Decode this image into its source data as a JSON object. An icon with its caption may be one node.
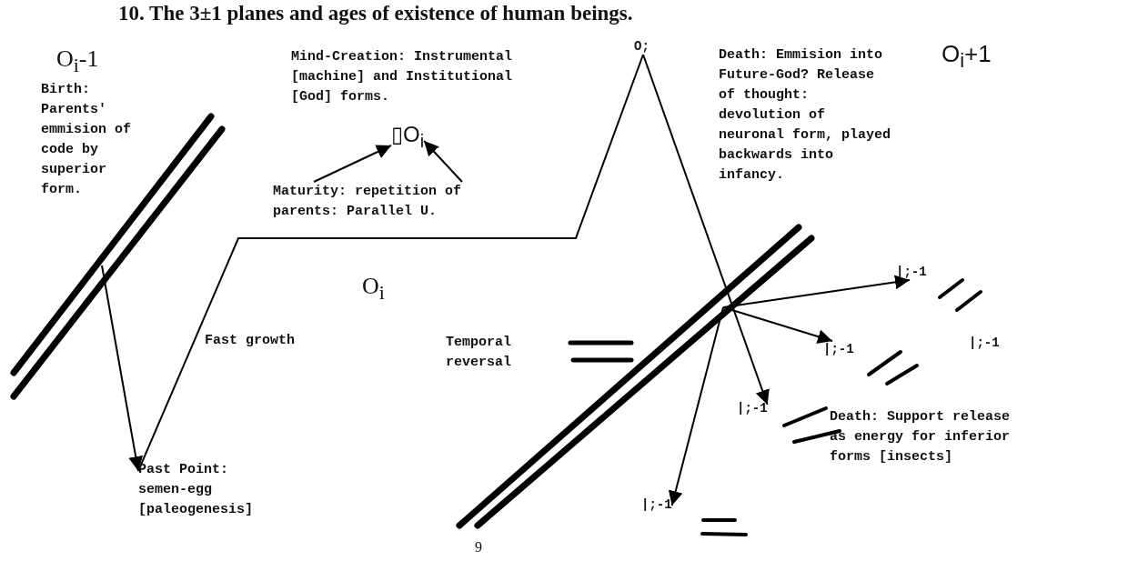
{
  "diagram": {
    "title": "10. The 3±1 planes and ages of existence of human beings.",
    "nodes": [
      {
        "text": [
          "O;"
        ]
      },
      {
        "text": [
          "▯O$_{i}$"
        ]
      },
      {
        "text": [
          "Maturity: repetition of parents: Parallel U."
        ]
      },
      {
        "text": [
          "|;-1"
        ]
      },
      {
        "text": [
          "|;-1"
        ]
      },
      {
        "text": [
          "|;-1"
        ]
      },
      {
        "text": [
          "Past Point: semen-egg [paleogenesis]"
        ]
      },
      {
        "text": [
          "|;-1"
        ]
      }
    ],
    "edges": [
      {
        "from": 2,
        "to": 1,
        "arrow": "to"
      },
      {
        "from": 2,
        "to": 1,
        "arrow": "to"
      },
      {
        "from": null,
        "to": 6,
        "arrow": "to"
      },
      {
        "from": 6,
        "to": 0,
        "arrow": "none"
      },
      {
        "from": 0,
        "to": 5,
        "arrow": "to"
      },
      {
        "from": null,
        "to": 3,
        "arrow": "to"
      },
      {
        "from": null,
        "to": 4,
        "arrow": "to"
      },
      {
        "from": null,
        "to": 7,
        "arrow": "to"
      }
    ],
    "labels": [
      "O$_{i}$-1",
      "Birth: Parents' emmision of code by superior form.",
      "Mind-Creation: Instrumental [machine] and Institutional [God] forms.",
      "Death: Emmision into Future-God? Release of thought: devolution of neuronal form, played backwards into infancy.",
      "O$_{i}$+1",
      "O$_{i}$",
      "Fast growth",
      "Temporal reversal",
      "|;-1",
      "Death: Support release as energy for inferior forms [insects]",
      "9"
    ]
  }
}
